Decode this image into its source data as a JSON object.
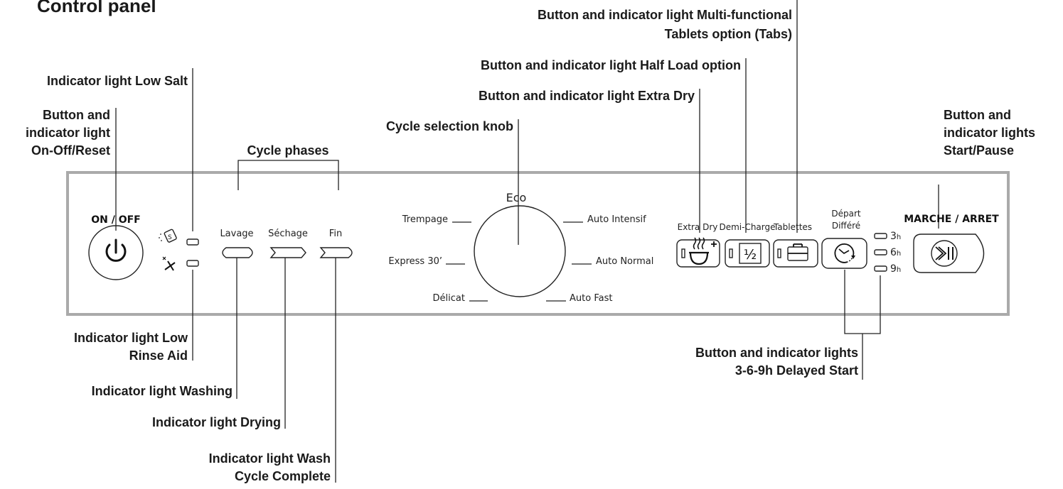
{
  "title": "Control panel",
  "callouts": {
    "multi_tabs_1": "Button and indicator light Multi-functional",
    "multi_tabs_2": "Tablets option (Tabs)",
    "half_load": "Button and indicator light Half Load option",
    "extra_dry": "Button and indicator light Extra Dry",
    "knob": "Cycle selection knob",
    "low_salt": "Indicator light Low Salt",
    "onoff_1": "Button and",
    "onoff_2": "indicator light",
    "onoff_3": "On-Off/Reset",
    "phases": "Cycle phases",
    "start_1": "Button and",
    "start_2": "indicator lights",
    "start_3": "Start/Pause",
    "rinse_1": "Indicator light Low",
    "rinse_2": "Rinse Aid",
    "washing": "Indicator light Washing",
    "drying": "Indicator light Drying",
    "complete_1": "Indicator light Wash",
    "complete_2": "Cycle Complete",
    "delayed_1": "Button and indicator lights",
    "delayed_2": "3-6-9h Delayed Start"
  },
  "panel": {
    "on_off": "ON / OFF",
    "phase_lavage": "Lavage",
    "phase_sechage": "Séchage",
    "phase_fin": "Fin",
    "knob_eco": "Eco",
    "knob_trempage": "Trempage",
    "knob_express": "Express 30’",
    "knob_delicat": "Délicat",
    "knob_auto_intensif": "Auto Intensif",
    "knob_auto_normal": "Auto Normal",
    "knob_auto_fast": "Auto Fast",
    "extra_dry": "Extra Dry",
    "demi_charge": "Demi-Charge",
    "tablettes": "Tablettes",
    "depart": "Départ",
    "differe": "Différé",
    "half_symbol": "½",
    "h3": "3",
    "h6": "6",
    "h9": "9",
    "h_unit": "h",
    "marche": "MARCHE / ARRET"
  }
}
